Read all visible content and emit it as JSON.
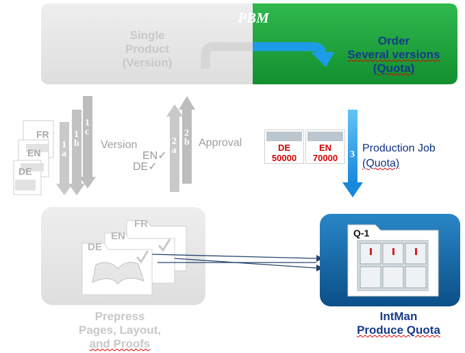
{
  "pbm": {
    "title": "PBM",
    "single_product_line1": "Single",
    "single_product_line2": "Product",
    "single_product_line3": "(Version)",
    "order_line1": "Order",
    "order_line2": "Several versions",
    "order_line3": "(Quota)"
  },
  "steps": {
    "s1a": "1 a",
    "s1b": "1 b",
    "s1c": "1 c",
    "s2a": "2 a",
    "s2b": "2 b",
    "s3": "3",
    "version_label": "Version",
    "approval_label": "Approval",
    "check_en": "EN✓",
    "check_de": "DE✓",
    "production_line1": "Production Job",
    "production_line2": "(Quota)"
  },
  "languages": {
    "fr": "FR",
    "en": "EN",
    "de": "DE"
  },
  "tickets": [
    {
      "lang": "DE",
      "qty": "50000"
    },
    {
      "lang": "EN",
      "qty": "70000"
    }
  ],
  "prepress": {
    "line1": "Prepress",
    "line2": "Pages, Layout,",
    "line3": "and Proofs"
  },
  "intman": {
    "folder_tab": "Q-1",
    "line1": "IntMan",
    "line2": "Produce Quota"
  },
  "colors": {
    "green": "#1aa33a",
    "blue_arrow": "#1e9be8",
    "intman_blue": "#0e5f9e",
    "grey_box": "#e6e6e6",
    "grey_arrow": "#c4c4c4",
    "label_blue": "#163a8a",
    "ticket_red": "#d00000"
  }
}
